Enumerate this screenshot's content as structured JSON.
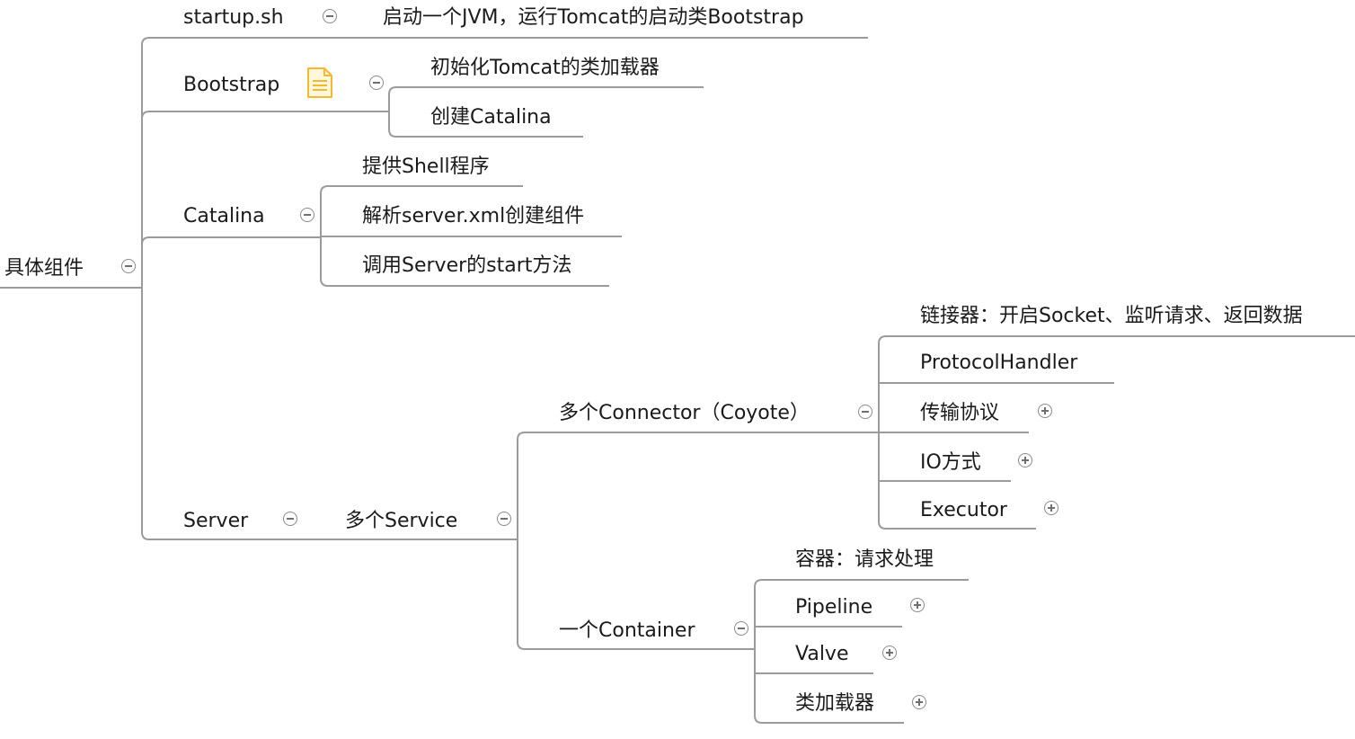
{
  "colors": {
    "line": "#9b9b9b",
    "text": "#1a1a1a",
    "note_icon": "#f5b82e"
  },
  "root": {
    "label": "具体组件"
  },
  "startup": {
    "label": "startup.sh",
    "desc": "启动一个JVM，运行Tomcat的启动类Bootstrap"
  },
  "bootstrap": {
    "label": "Bootstrap",
    "note_icon": "document-note-icon",
    "children": [
      "初始化Tomcat的类加载器",
      "创建Catalina"
    ]
  },
  "catalina": {
    "label": "Catalina",
    "children": [
      "提供Shell程序",
      "解析server.xml创建组件",
      "调用Server的start方法"
    ]
  },
  "server": {
    "label": "Server"
  },
  "service": {
    "label": "多个Service"
  },
  "connector": {
    "label": "多个Connector（Coyote）",
    "children": [
      "链接器：开启Socket、监听请求、返回数据",
      "ProtocolHandler",
      "传输协议",
      "IO方式",
      "Executor"
    ]
  },
  "container": {
    "label": "一个Container",
    "children": [
      "容器：请求处理",
      "Pipeline",
      "Valve",
      "类加载器"
    ]
  }
}
